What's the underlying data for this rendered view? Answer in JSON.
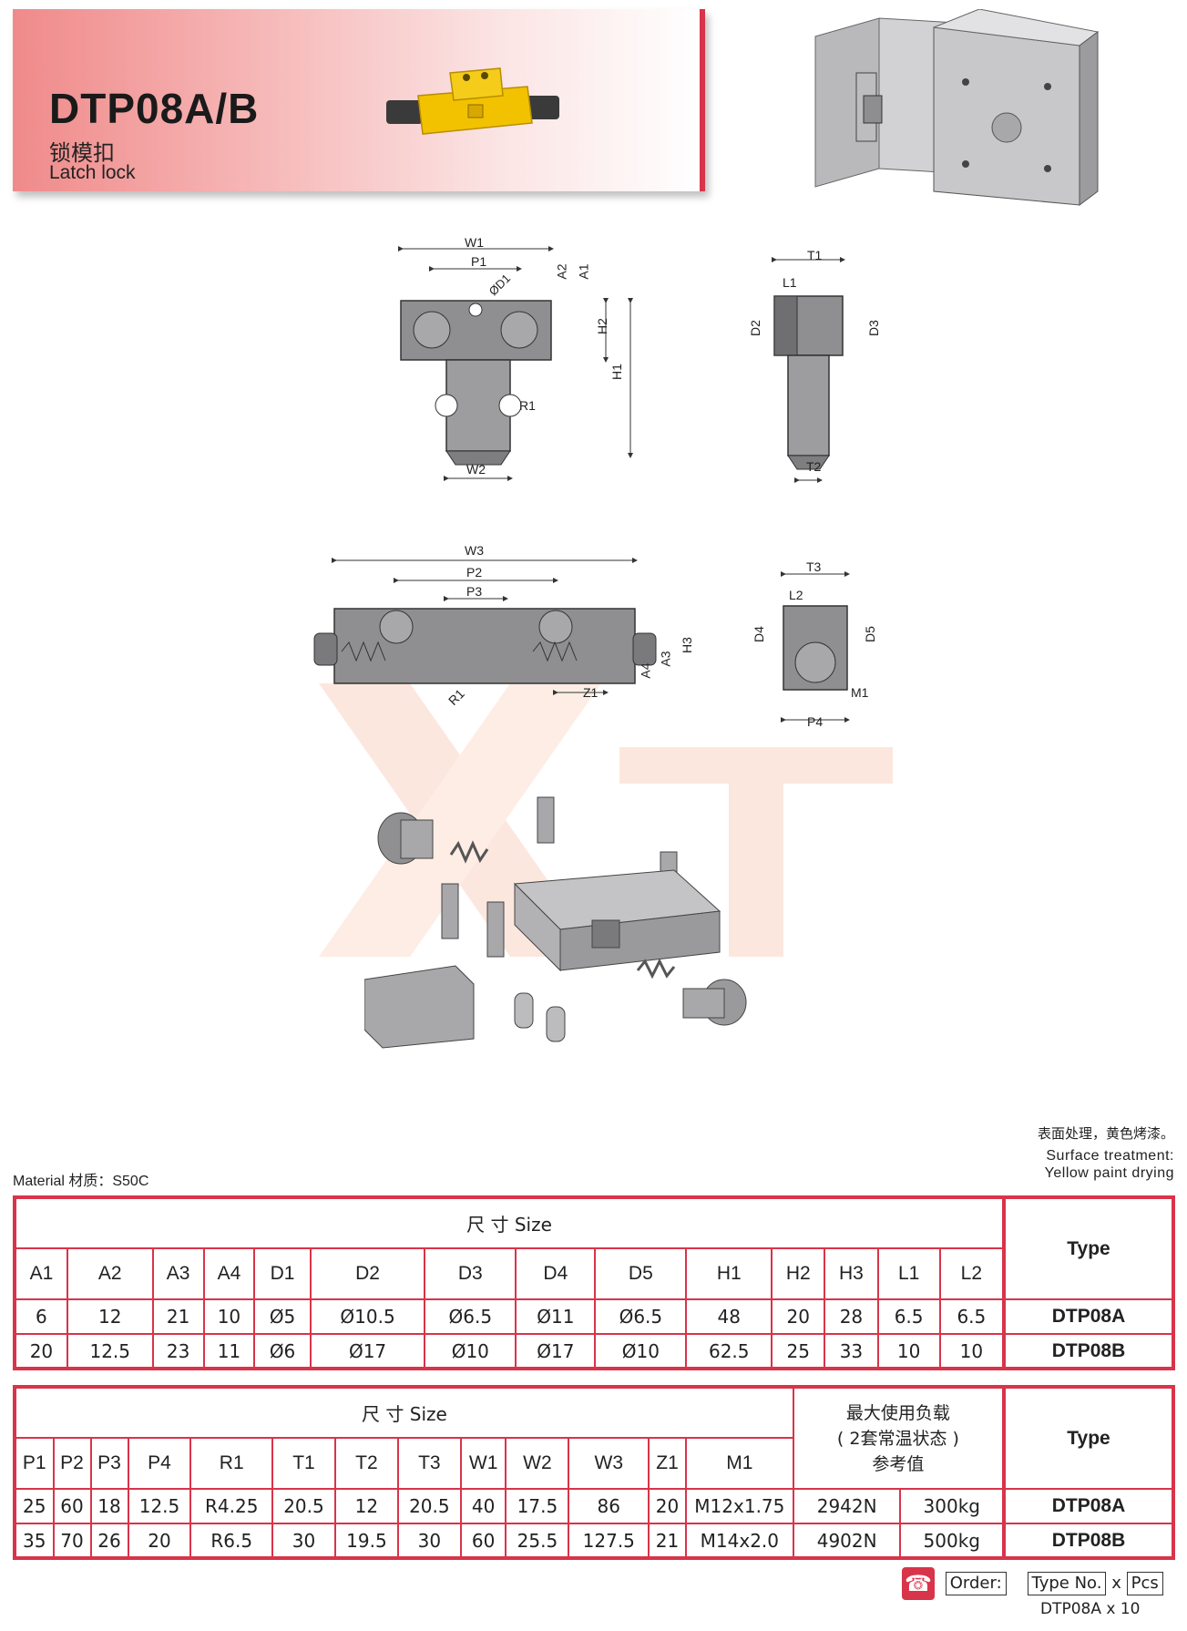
{
  "header": {
    "title": "DTP08A/B",
    "subtitle_cn": "锁模扣",
    "subtitle_en": "Latch lock"
  },
  "drawing_labels": {
    "view1": [
      "W1",
      "P1",
      "ØD1",
      "A2",
      "A1",
      "H2",
      "H1",
      "R1",
      "W2"
    ],
    "view2": [
      "T1",
      "L1",
      "D2",
      "D3",
      "T2"
    ],
    "view3": [
      "W3",
      "P2",
      "P3",
      "A4",
      "A3",
      "H3",
      "R1",
      "Z1"
    ],
    "view4": [
      "T3",
      "L2",
      "D4",
      "D5",
      "M1",
      "P4"
    ]
  },
  "notes": {
    "surface_cn": "表面处理，黄色烤漆。",
    "surface_en1": "Surface treatment:",
    "surface_en2": "Yellow paint drying",
    "material": "Material   材质：S50C"
  },
  "table1": {
    "size_header": "尺 寸 Size",
    "type_header": "Type",
    "columns": [
      "A1",
      "A2",
      "A3",
      "A4",
      "D1",
      "D2",
      "D3",
      "D4",
      "D5",
      "H1",
      "H2",
      "H3",
      "L1",
      "L2"
    ],
    "rows": [
      {
        "values": [
          "6",
          "12",
          "21",
          "10",
          "Ø5",
          "Ø10.5",
          "Ø6.5",
          "Ø11",
          "Ø6.5",
          "48",
          "20",
          "28",
          "6.5",
          "6.5"
        ],
        "type": "DTP08A"
      },
      {
        "values": [
          "20",
          "12.5",
          "23",
          "11",
          "Ø6",
          "Ø17",
          "Ø10",
          "Ø17",
          "Ø10",
          "62.5",
          "25",
          "33",
          "10",
          "10"
        ],
        "type": "DTP08B"
      }
    ]
  },
  "table2": {
    "size_header": "尺 寸 Size",
    "load_header": [
      "最大使用负载",
      "( 2套常温状态 )",
      "参考值"
    ],
    "type_header": "Type",
    "columns": [
      "P1",
      "P2",
      "P3",
      "P4",
      "R1",
      "T1",
      "T2",
      "T3",
      "W1",
      "W2",
      "W3",
      "Z1",
      "M1"
    ],
    "rows": [
      {
        "values": [
          "25",
          "60",
          "18",
          "12.5",
          "R4.25",
          "20.5",
          "12",
          "20.5",
          "40",
          "17.5",
          "86",
          "20",
          "M12x1.75"
        ],
        "load_n": "2942N",
        "load_kg": "300kg",
        "type": "DTP08A"
      },
      {
        "values": [
          "35",
          "70",
          "26",
          "20",
          "R6.5",
          "30",
          "19.5",
          "30",
          "60",
          "25.5",
          "127.5",
          "21",
          "M14x2.0"
        ],
        "load_n": "4902N",
        "load_kg": "500kg",
        "type": "DTP08B"
      }
    ]
  },
  "order": {
    "label": "Order:",
    "type_no": "Type No.",
    "x": "x",
    "pcs": "Pcs",
    "example": "DTP08A  x 10"
  },
  "icons": {
    "phone": "phone-icon"
  },
  "colors": {
    "accent": "#d8344a",
    "part_yellow": "#f2c200"
  }
}
